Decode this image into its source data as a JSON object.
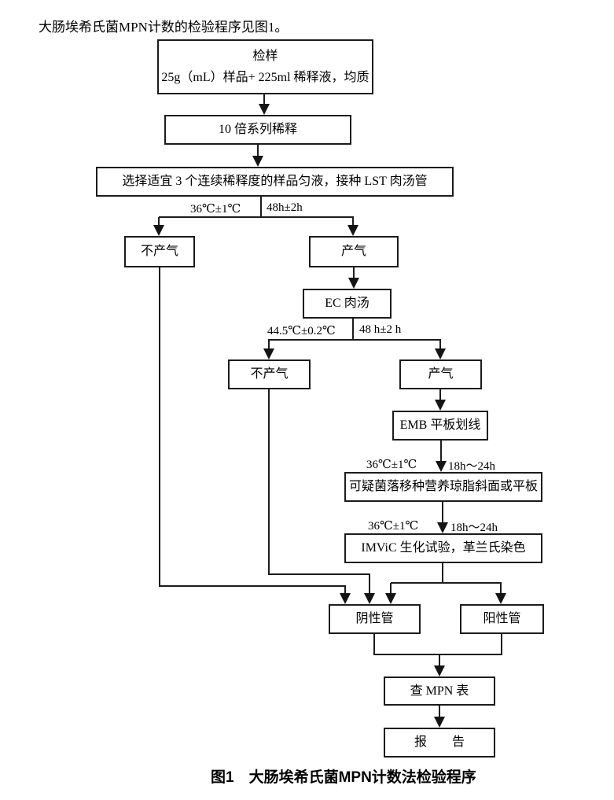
{
  "intro_text": "大肠埃希氏菌MPN计数的检验程序见图1。",
  "flowchart": {
    "boxes": {
      "sample_title": "检样",
      "sample_detail": "25g（mL）样品+ 225ml 稀释液，均质",
      "dilution": "10 倍系列稀释",
      "select": "选择适宜 3 个连续稀释度的样品匀液，接种 LST 肉汤管",
      "no_gas_1": "不产气",
      "gas_1": "产气",
      "ec_broth": "EC 肉汤",
      "no_gas_2": "不产气",
      "gas_2": "产气",
      "emb_plate": "EMB 平板划线",
      "suspect_colony": "可疑菌落移种营养琼脂斜面或平板",
      "imvic": "IMViC 生化试验，革兰氏染色",
      "negative_tubes": "阴性管",
      "positive_tubes": "阳性管",
      "mpn_table": "查 MPN 表",
      "report": "报　　告"
    },
    "conditions": {
      "lst_temp": "36℃±1℃",
      "lst_time": "48h±2h",
      "ec_temp": "44.5℃±0.2℃",
      "ec_time": "48 h±2 h",
      "emb_temp": "36℃±1℃",
      "emb_time": "18h～24h",
      "imvic_temp": "36℃±1℃",
      "imvic_time": "18h～24h"
    }
  },
  "caption": "图1　大肠埃希氏菌MPN计数法检验程序"
}
